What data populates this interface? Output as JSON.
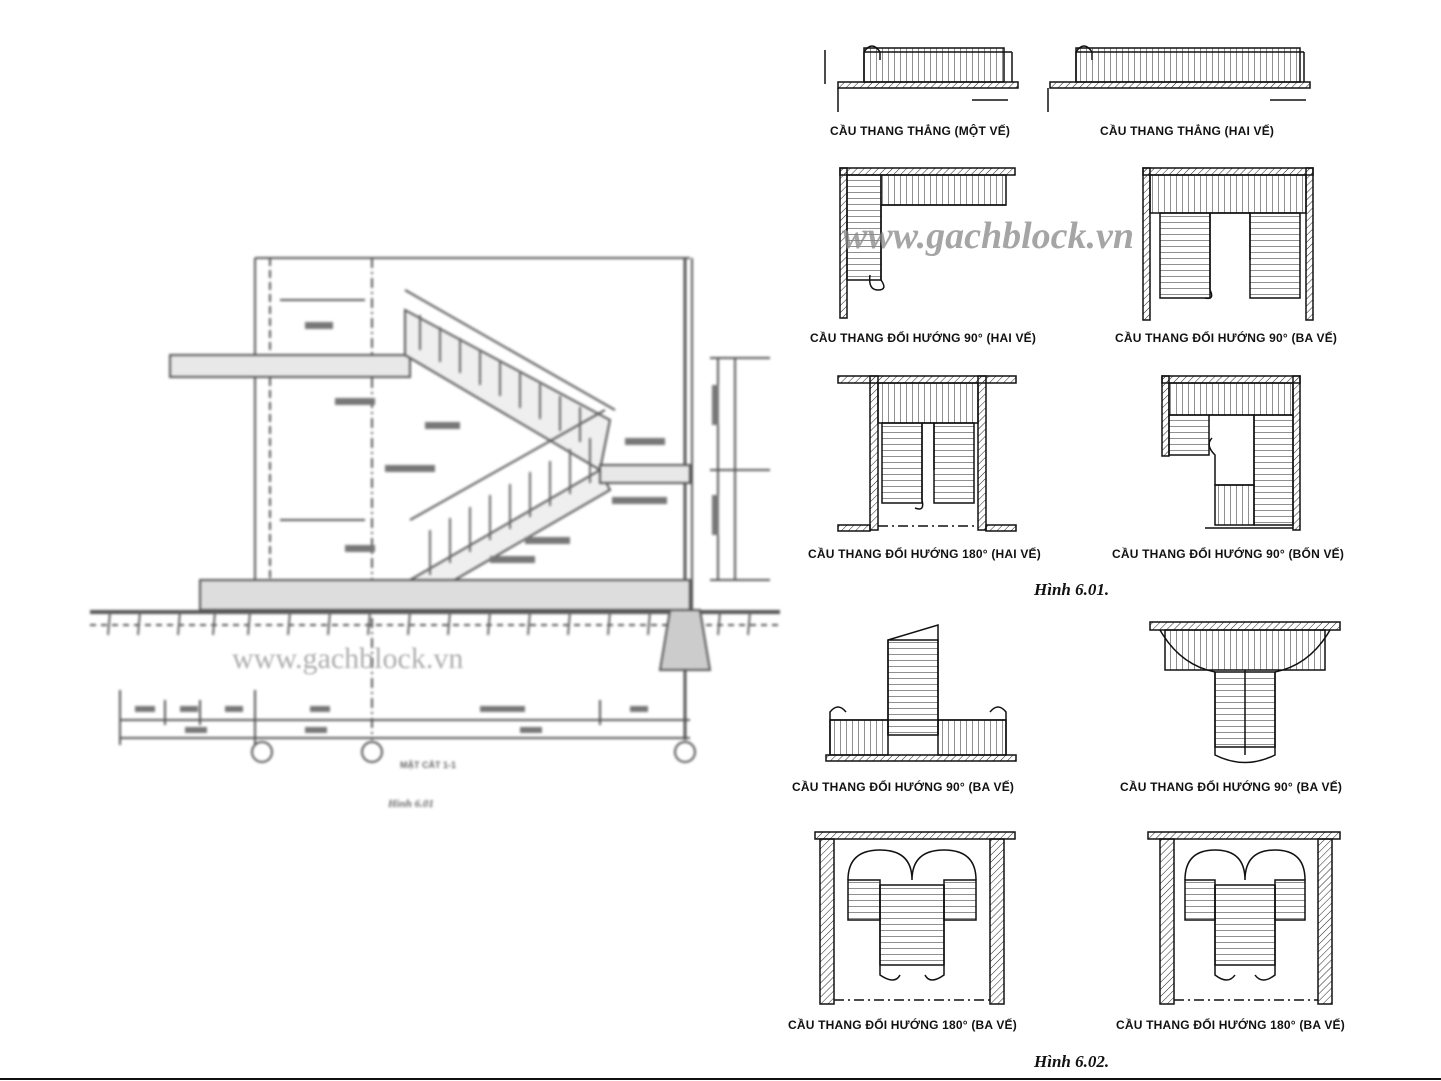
{
  "watermark_main": "www.gachblock.vn",
  "watermark_section": "www.gachblock.vn",
  "section_drawing": {
    "caption": "Hình 6.01",
    "sub_caption": "MẶT CẮT 1-1"
  },
  "figure_6_01": {
    "label": "Hình 6.01.",
    "captions": [
      "CẦU THANG THẲNG (MỘT VẾ)",
      "CẦU THANG THẲNG (HAI VẾ)",
      "CẦU THANG ĐỔI HƯỚNG 90° (HAI VẾ)",
      "CẦU THANG ĐỔI HƯỚNG 90° (BA VẾ)",
      "CẦU THANG ĐỔI HƯỚNG 180° (HAI VẾ)",
      "CẦU THANG ĐỔI HƯỚNG 90° (BỐN VẾ)"
    ]
  },
  "figure_6_02": {
    "label": "Hình 6.02.",
    "captions": [
      "CẦU THANG ĐỔI HƯỚNG 90° (BA VẾ)",
      "CẦU THANG ĐỔI HƯỚNG 90° (BA VẾ)",
      "CẦU THANG ĐỔI HƯỚNG 180° (BA VẾ)",
      "CẦU THANG ĐỔI HƯỚNG 180° (BA VẾ)"
    ]
  }
}
